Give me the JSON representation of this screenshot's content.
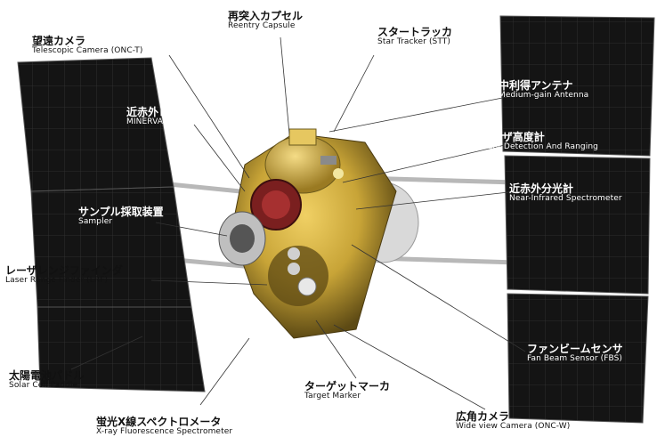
{
  "labels": {
    "reentry_capsule": {
      "jp": "再突入カプセル",
      "en": "Reentry Capsule"
    },
    "star_tracker": {
      "jp": "スタートラッカ",
      "en": "Star Tracker (STT)"
    },
    "telescopic_camera": {
      "jp": "望遠カメラ",
      "en": "Telescopic Camera (ONC-T)"
    },
    "medium_gain_antenna": {
      "jp": "中利得アンテナ",
      "en": "Medium-gain Antenna"
    },
    "laser_altimeter": {
      "jp": "レーザ高度計",
      "en": "Light Detection And Ranging"
    },
    "near_infrared_spectrometer": {
      "jp": "近赤外分光計",
      "en": "Near-Infrared Spectrometer"
    },
    "sampler": {
      "jp": "サンプル採取装置",
      "en": "Sampler"
    },
    "laser_range_finder": {
      "jp": "レーザレンジファインダ",
      "en": "Laser Range Finder (LRF)"
    },
    "solar_cell_paddle": {
      "jp": "太陽電池パドル",
      "en": "Solar Cell Paddle"
    },
    "xray_spectrometer": {
      "jp": "蛍光X線スペクトロメータ",
      "en": "X-ray Fluorescence Spectrometer"
    },
    "target_marker": {
      "jp": "ターゲットマーカ",
      "en": "Target Marker"
    },
    "wide_view_camera": {
      "jp": "広角カメラ",
      "en": "Wide view Camera (ONC-W)"
    },
    "fan_beam_sensor": {
      "jp": "ファンビームセンサ",
      "en": "Fan Beam Sensor (FBS)"
    },
    "minerva": {
      "jp": "近赤外レーザ",
      "en": "MINERVA"
    }
  },
  "colors": {
    "panel": "#141414",
    "panel_grid": "#3a3a3a",
    "body_gold": "#c8a437",
    "body_dark": "#6b5a1c",
    "antenna_red": "#7a1f1f",
    "leader": "#333333"
  }
}
